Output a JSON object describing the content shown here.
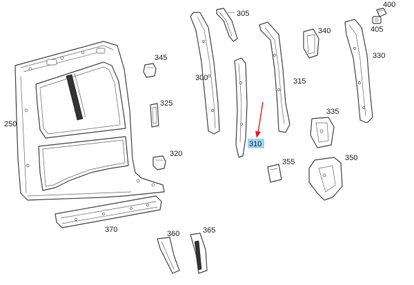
{
  "diagram": {
    "parts": [
      {
        "id": "250",
        "label": "250"
      },
      {
        "id": "300",
        "label": "300"
      },
      {
        "id": "305",
        "label": "305"
      },
      {
        "id": "310",
        "label": "310",
        "highlighted": true
      },
      {
        "id": "315",
        "label": "315"
      },
      {
        "id": "320",
        "label": "320"
      },
      {
        "id": "325",
        "label": "325"
      },
      {
        "id": "330",
        "label": "330"
      },
      {
        "id": "335",
        "label": "335"
      },
      {
        "id": "340",
        "label": "340"
      },
      {
        "id": "345",
        "label": "345"
      },
      {
        "id": "350",
        "label": "350"
      },
      {
        "id": "355",
        "label": "355"
      },
      {
        "id": "360",
        "label": "360"
      },
      {
        "id": "365",
        "label": "365"
      },
      {
        "id": "370",
        "label": "370"
      },
      {
        "id": "400",
        "label": "400"
      },
      {
        "id": "405",
        "label": "405"
      }
    ],
    "highlight_color": "#9fd4f2",
    "arrow_color": "#e41e1e"
  }
}
